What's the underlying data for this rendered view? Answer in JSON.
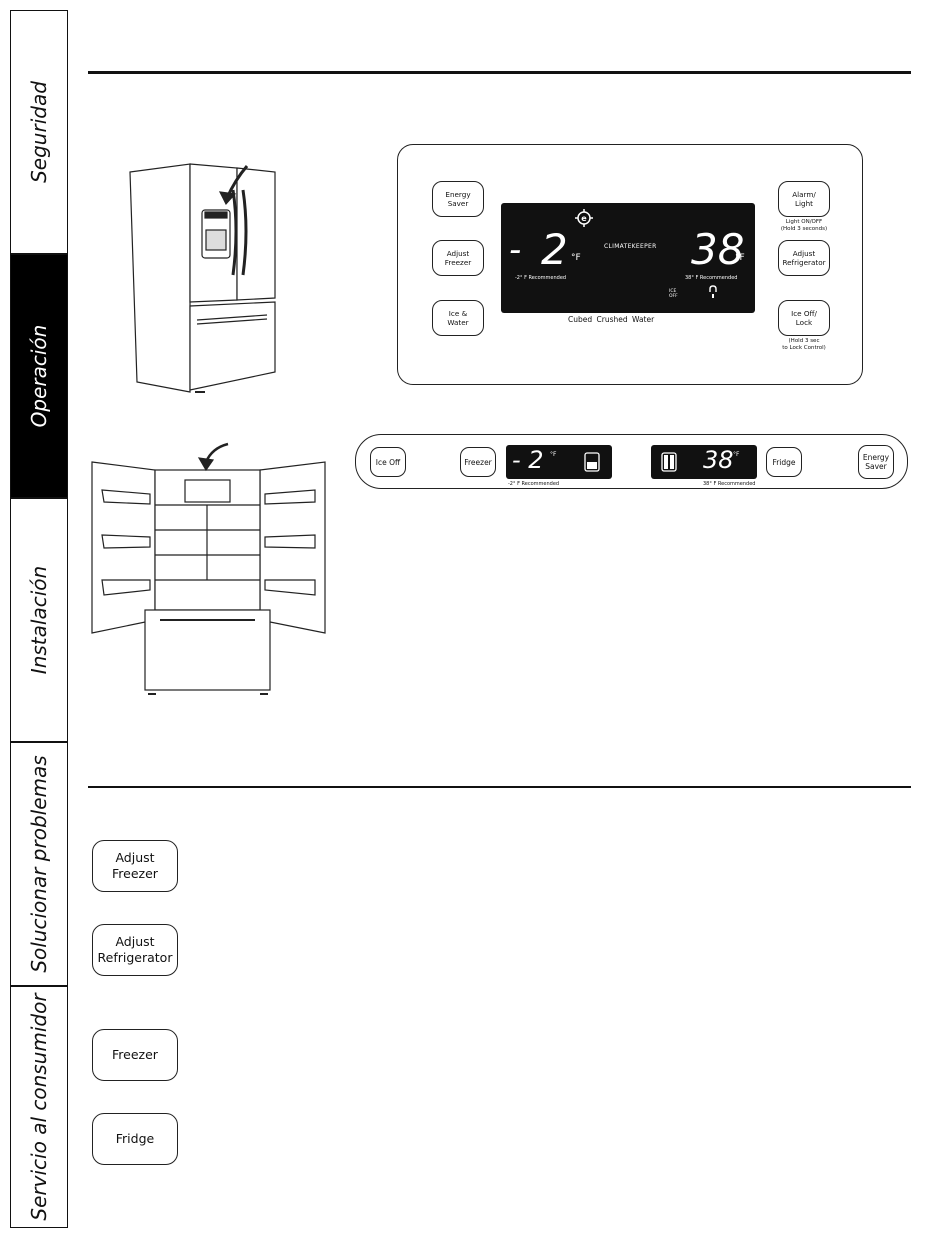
{
  "sidebar": {
    "tabs": [
      {
        "label": "Seguridad"
      },
      {
        "label": "Operación"
      },
      {
        "label": "Instalación"
      },
      {
        "label": "Solucionar problemas"
      },
      {
        "label": "Servicio al consumidor"
      }
    ]
  },
  "panel1": {
    "left_buttons": [
      "Energy\nSaver",
      "Adjust\nFreezer",
      "Ice &\nWater"
    ],
    "right_buttons": [
      "Alarm/\nLight",
      "Adjust\nRefrigerator",
      "Ice Off/\nLock"
    ],
    "notes": {
      "alarm": "Light ON/OFF\n(Hold 3 seconds)",
      "lock": "(Hold 3 sec\nto Lock Control)"
    },
    "display": {
      "freezer_sign": "-",
      "freezer_temp": "2",
      "freezer_unit": "°F",
      "freezer_rec": "-2° F Recommended",
      "climate": "CLIMATEKEEPER",
      "fridge_temp": "38",
      "fridge_unit": "°F",
      "fridge_rec": "38° F Recommended",
      "ice_off": "ICE\nOFF"
    },
    "modes": "Cubed  Crushed  Water"
  },
  "panel2": {
    "buttons": {
      "ice_off": "Ice Off",
      "freezer": "Freezer",
      "fridge": "Fridge",
      "energy": "Energy\nSaver"
    },
    "freezer_display": "- 2",
    "freezer_unit": "°F",
    "fridge_display": "38",
    "fridge_unit": "°F",
    "freezer_rec": "-2° F Recommended",
    "fridge_rec": "38° F Recommended"
  },
  "big_buttons": [
    {
      "label": "Adjust\nFreezer"
    },
    {
      "label": "Adjust\nRefrigerator"
    },
    {
      "label": "Freezer"
    },
    {
      "label": "Fridge"
    }
  ]
}
